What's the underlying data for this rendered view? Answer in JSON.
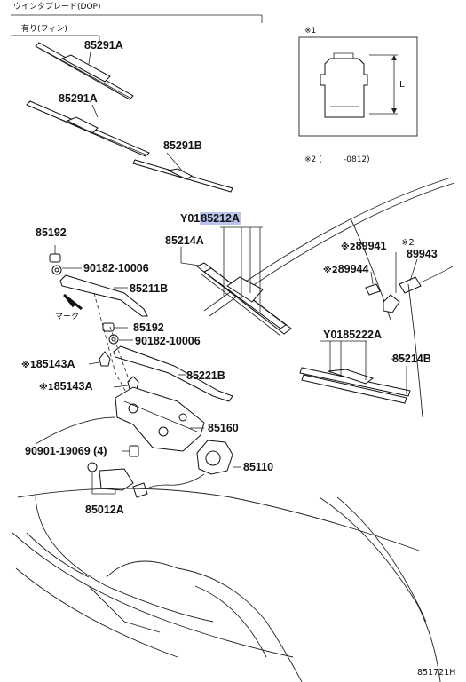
{
  "header": {
    "section_title": "ウインタブレード(DOP)",
    "subgroup_label": "有り(フィン)"
  },
  "inset": {
    "note_mark": "※1",
    "dimension_label": "L"
  },
  "note2": {
    "mark": "※2 (",
    "range": "-0812)"
  },
  "parts": {
    "p85291a_1": "85291A",
    "p85291a_2": "85291A",
    "p85291b": "85291B",
    "p85212a_prefix": "Y01",
    "p85212a": "85212A",
    "p85214a": "85214A",
    "p85192_1": "85192",
    "p90182_1": "90182-10006",
    "p85211b": "85211B",
    "mark_label": "マーク",
    "p85192_2": "85192",
    "p90182_2": "90182-10006",
    "p85143a_1_mark": "※1",
    "p85143a_1": "85143A",
    "p85221b": "85221B",
    "p85143a_2_mark": "※1",
    "p85143a_2": "85143A",
    "p85160": "85160",
    "p90901": "90901-19069 (4)",
    "p85110": "85110",
    "p85012a": "85012A",
    "p89941_mark": "※2",
    "p89941": "89941",
    "p89943_mark": "※2",
    "p89943": "89943",
    "p89944_mark": "※2",
    "p89944": "89944",
    "p85222a_prefix": "Y01",
    "p85222a": "85222A",
    "p85214b": "85214B"
  },
  "footer": {
    "diagram_id": "851721H"
  },
  "colors": {
    "highlight": "#b8c4ee",
    "ink": "#111111"
  }
}
